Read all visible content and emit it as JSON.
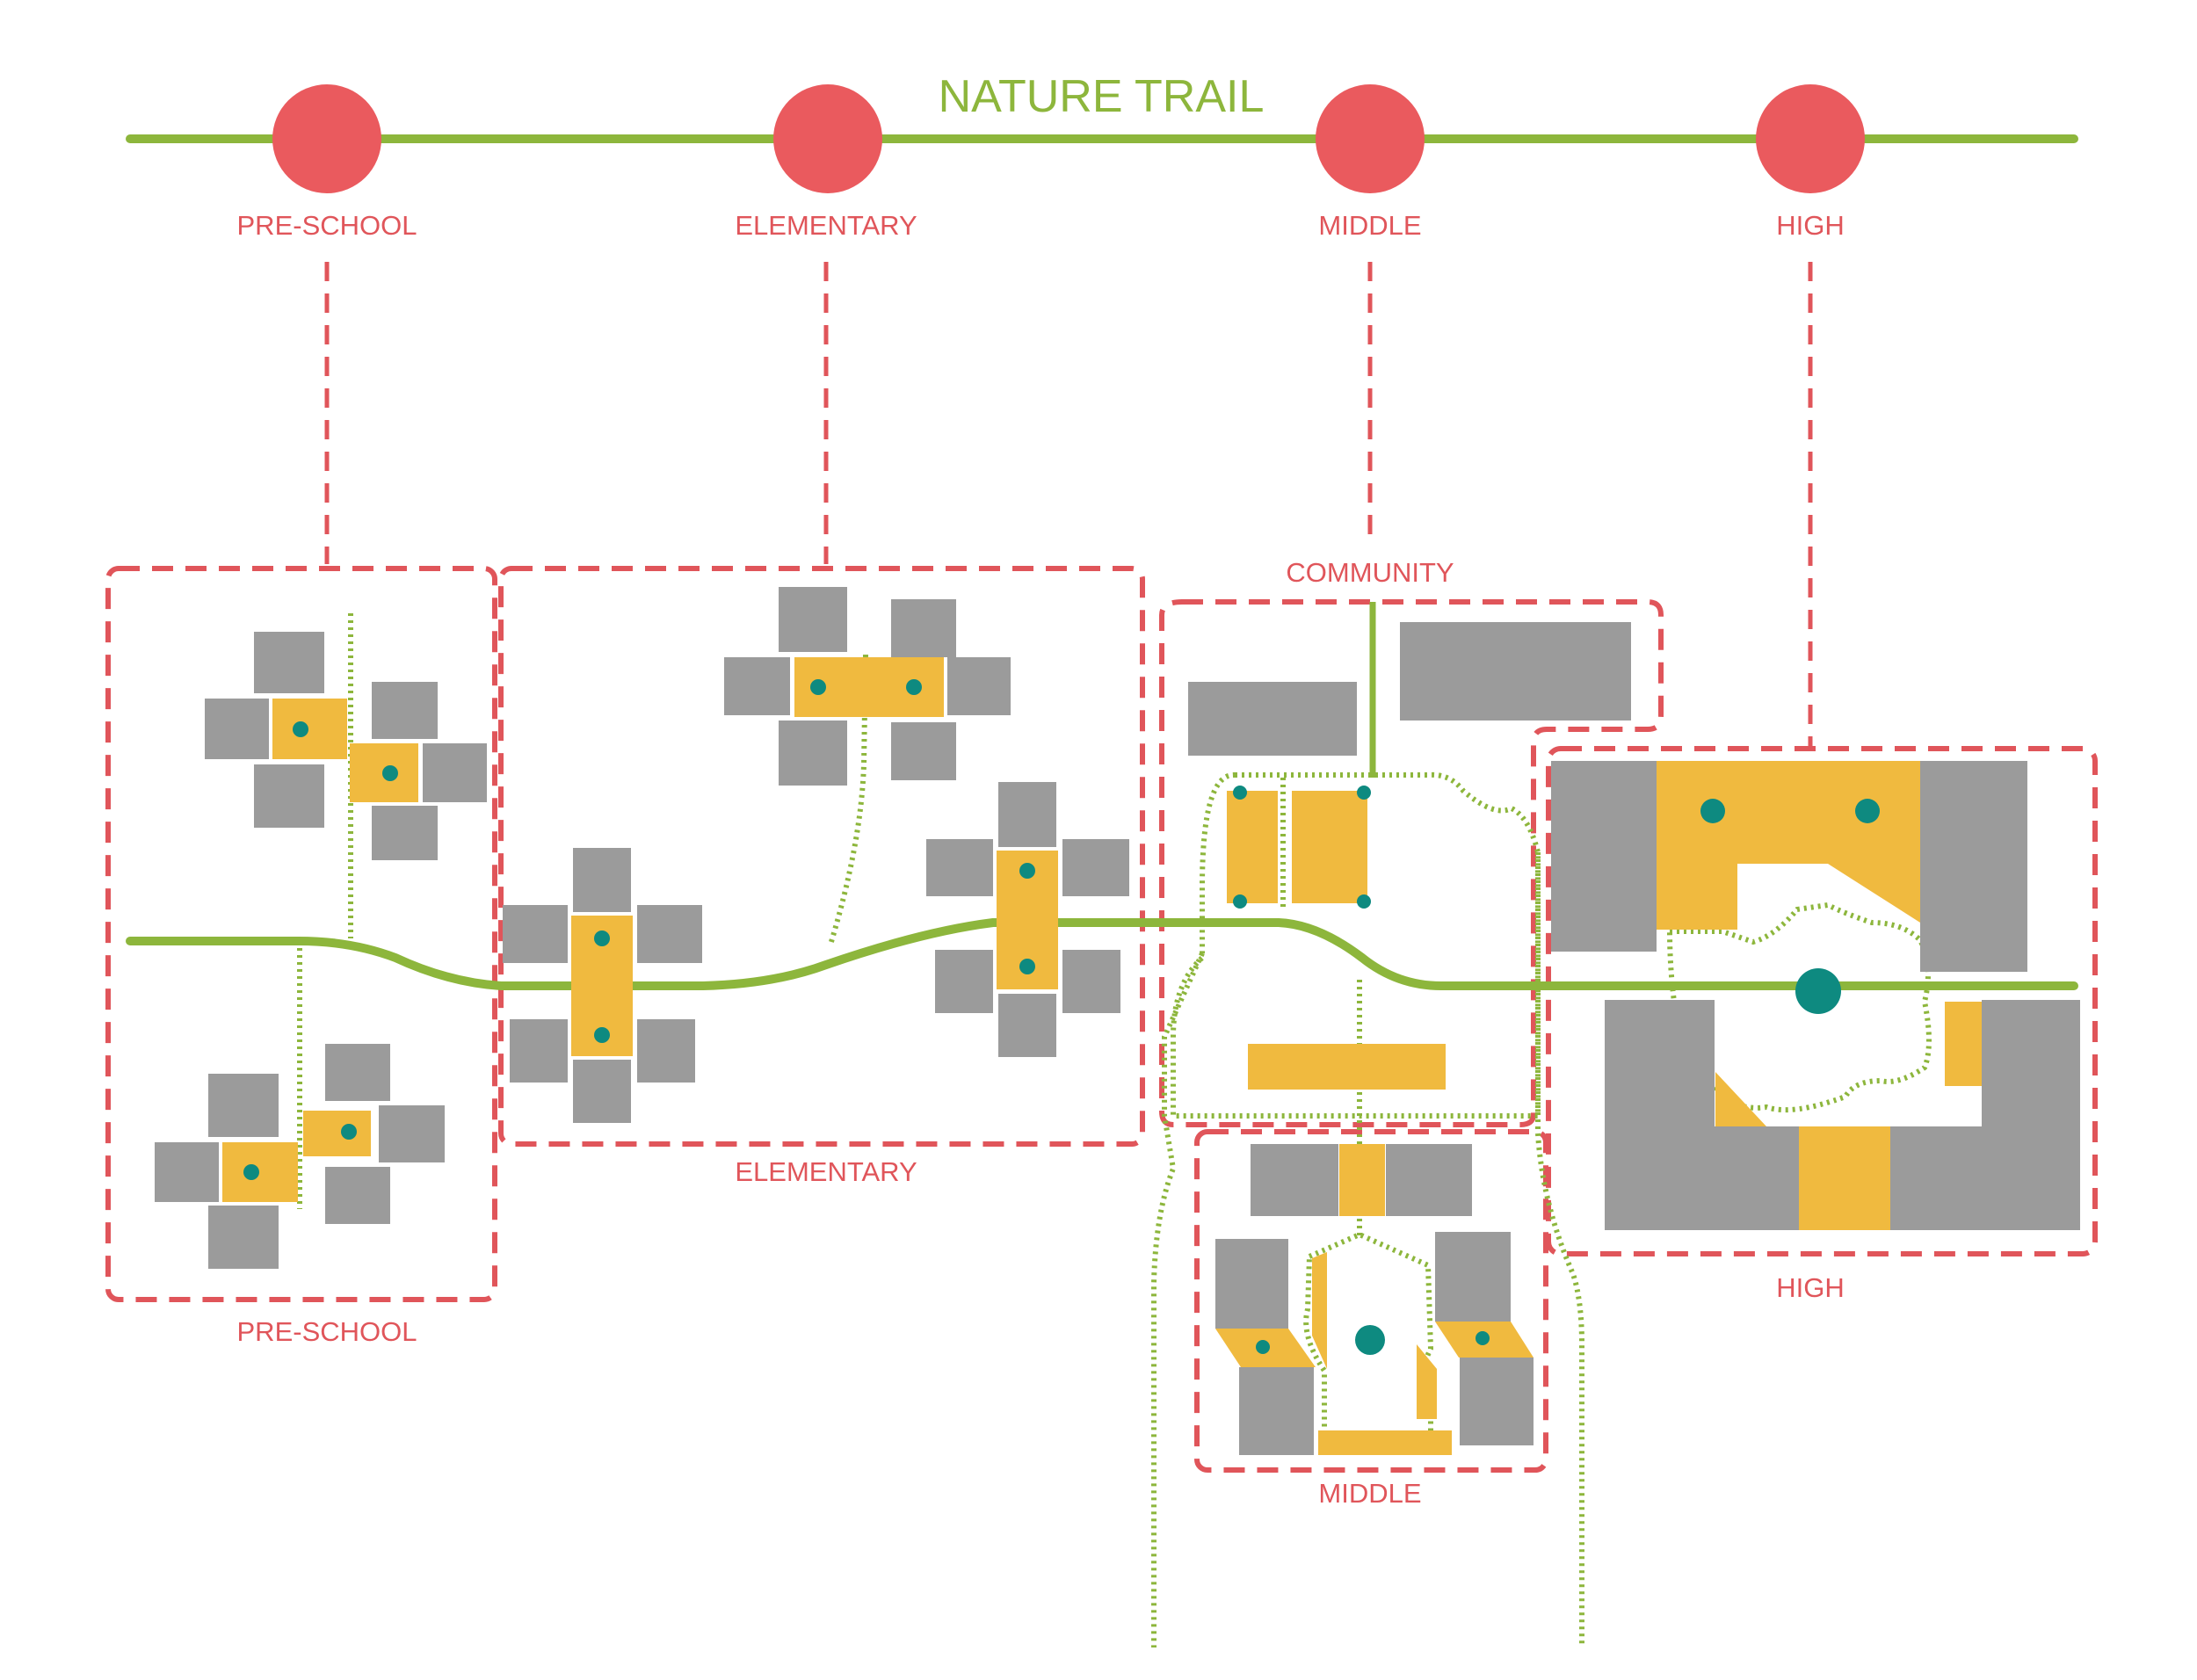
{
  "title": "NATURE TRAIL",
  "timeline": [
    {
      "id": "preschool",
      "label": "PRE-SCHOOL"
    },
    {
      "id": "elementary",
      "label": "ELEMENTARY"
    },
    {
      "id": "middle",
      "label": "MIDDLE"
    },
    {
      "id": "high",
      "label": "HIGH"
    }
  ],
  "zones": {
    "preschool": "PRE-SCHOOL",
    "elementary": "ELEMENTARY",
    "community": "COMMUNITY",
    "middle": "MIDDLE",
    "high": "HIGH"
  },
  "colors": {
    "trail": "#8DB63C",
    "node": "#EA5A5E",
    "label": "#E0555A",
    "zone_border": "#E0555A",
    "building": "#9B9B9B",
    "common_space": "#F0BA3F",
    "point": "#0E8A80",
    "background": "#FFFFFF"
  },
  "legend_icons": {
    "node": "circle-node-icon",
    "building": "gray-block-icon",
    "common_space": "yellow-block-icon",
    "point": "teal-dot-icon"
  }
}
